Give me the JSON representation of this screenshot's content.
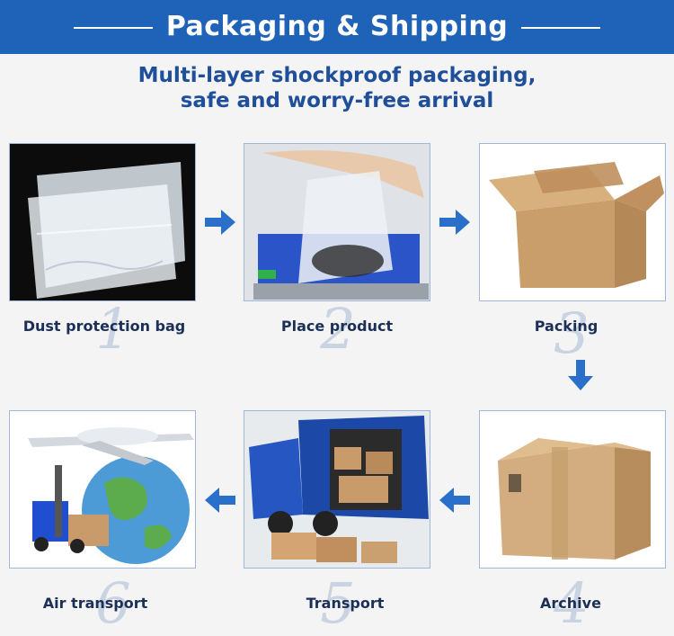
{
  "header": {
    "title": "Packaging & Shipping"
  },
  "subtitle": {
    "line1": "Multi-layer shockproof packaging,",
    "line2": "safe and worry-free arrival"
  },
  "steps": [
    {
      "number": "1",
      "label": "Dust protection bag",
      "image": "plastic-bag-image"
    },
    {
      "number": "2",
      "label": "Place product",
      "image": "weighing-scale-image"
    },
    {
      "number": "3",
      "label": "Packing",
      "image": "open-box-image"
    },
    {
      "number": "4",
      "label": "Archive",
      "image": "closed-box-image"
    },
    {
      "number": "5",
      "label": "Transport",
      "image": "truck-image"
    },
    {
      "number": "6",
      "label": "Air transport",
      "image": "airplane-globe-image"
    }
  ],
  "colors": {
    "banner": "#1f63b8",
    "title_text": "#1f4f9a",
    "arrow": "#2a6fc9",
    "label": "#1c2f57"
  }
}
